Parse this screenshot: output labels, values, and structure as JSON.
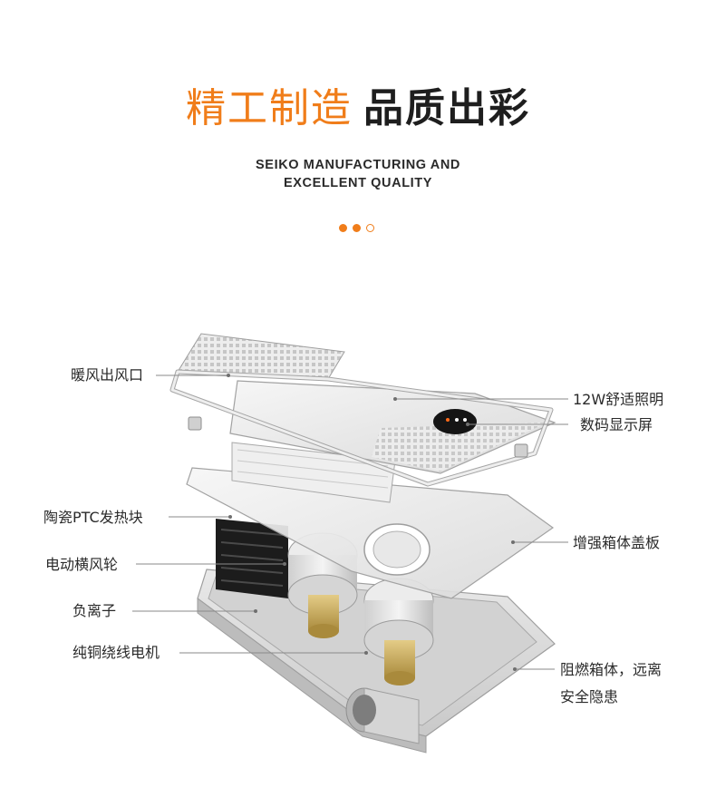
{
  "header": {
    "title_accent": "精工制造",
    "title_bold": "品质出彩",
    "subtitle_line1": "SEIKO MANUFACTURING AND",
    "subtitle_line2": "EXCELLENT QUALITY"
  },
  "colors": {
    "accent": "#f07d1a",
    "text": "#2a2a2a",
    "leader_line": "#8a8a8a"
  },
  "pager": {
    "active_dots": 2,
    "total_dots": 3
  },
  "labels": {
    "air_outlet": "暖风出风口",
    "ptc_heater": "陶瓷PTC发热块",
    "cross_fan": "电动横风轮",
    "anion": "负离子",
    "copper_motor": "纯铜绕线电机",
    "lighting": "12W舒适照明",
    "display": "数码显示屏",
    "cover_plate": "增强箱体盖板",
    "flame_box_line1": "阻燃箱体，远离",
    "flame_box_line2": "安全隐患"
  }
}
